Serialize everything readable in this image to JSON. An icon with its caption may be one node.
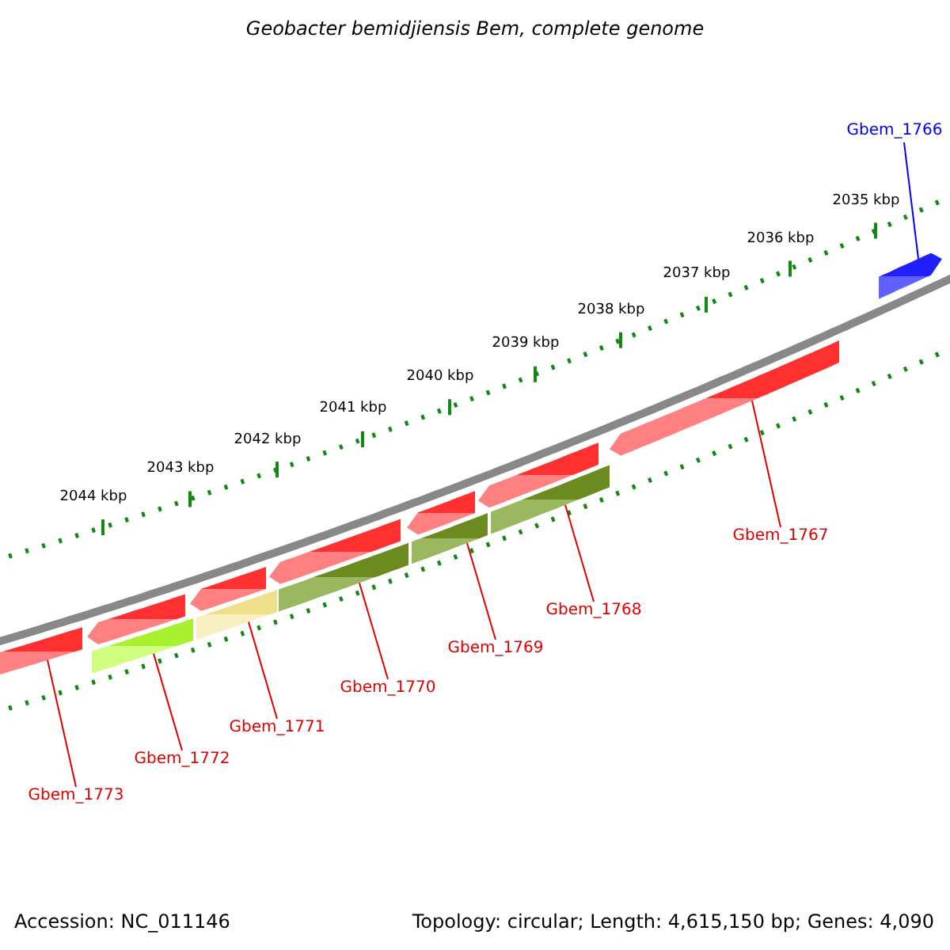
{
  "diagram": {
    "title": "Geobacter bemidjiensis Bem, complete genome",
    "nodes": [
      {
        "text": [
          "Gbem_1766"
        ]
      },
      {
        "text": [
          "Gbem_1767"
        ]
      },
      {
        "text": [
          "Gbem_1768"
        ]
      },
      {
        "text": [
          "Gbem_1769"
        ]
      },
      {
        "text": [
          "Gbem_1770"
        ]
      },
      {
        "text": [
          "Gbem_1771"
        ]
      },
      {
        "text": [
          "Gbem_1772"
        ]
      },
      {
        "text": [
          "Gbem_1773"
        ]
      },
      {
        "text": [],
        "shape": "pentagon"
      },
      {
        "text": [],
        "shape": "pentagon"
      },
      {
        "text": [],
        "shape": "pentagon"
      },
      {
        "text": [],
        "shape": "pentagon"
      },
      {
        "text": [],
        "shape": "pentagon"
      },
      {
        "text": [],
        "shape": "pentagon"
      },
      {
        "text": [],
        "shape": "pentagon"
      },
      {
        "text": [],
        "shape": "pentagon"
      },
      {
        "text": [],
        "shape": "box"
      },
      {
        "text": [],
        "shape": "box"
      },
      {
        "text": [],
        "shape": "box"
      },
      {
        "text": [],
        "shape": "box"
      },
      {
        "text": [],
        "shape": "box"
      }
    ],
    "edges": [
      {
        "from": 0,
        "to": 8,
        "arrow": "none",
        "color": "#0000ff"
      },
      {
        "from": 1,
        "to": 15,
        "arrow": "none"
      },
      {
        "from": 2,
        "to": 20,
        "arrow": "none"
      },
      {
        "from": 3,
        "to": 19,
        "arrow": "none"
      },
      {
        "from": 4,
        "to": 18,
        "arrow": "none"
      },
      {
        "from": 5,
        "to": 17,
        "arrow": "none"
      },
      {
        "from": 6,
        "to": 16,
        "arrow": "none"
      },
      {
        "from": 7,
        "to": 9,
        "arrow": "none"
      }
    ],
    "labels": [
      "2035 kbp",
      "2036 kbp",
      "2037 kbp",
      "2038 kbp",
      "2039 kbp",
      "2040 kbp",
      "2041 kbp",
      "2042 kbp",
      "2043 kbp",
      "2044 kbp",
      "Accession: NC_011146",
      "Topology: circular; Length: 4,615,150 bp; Genes: 4,090"
    ]
  }
}
